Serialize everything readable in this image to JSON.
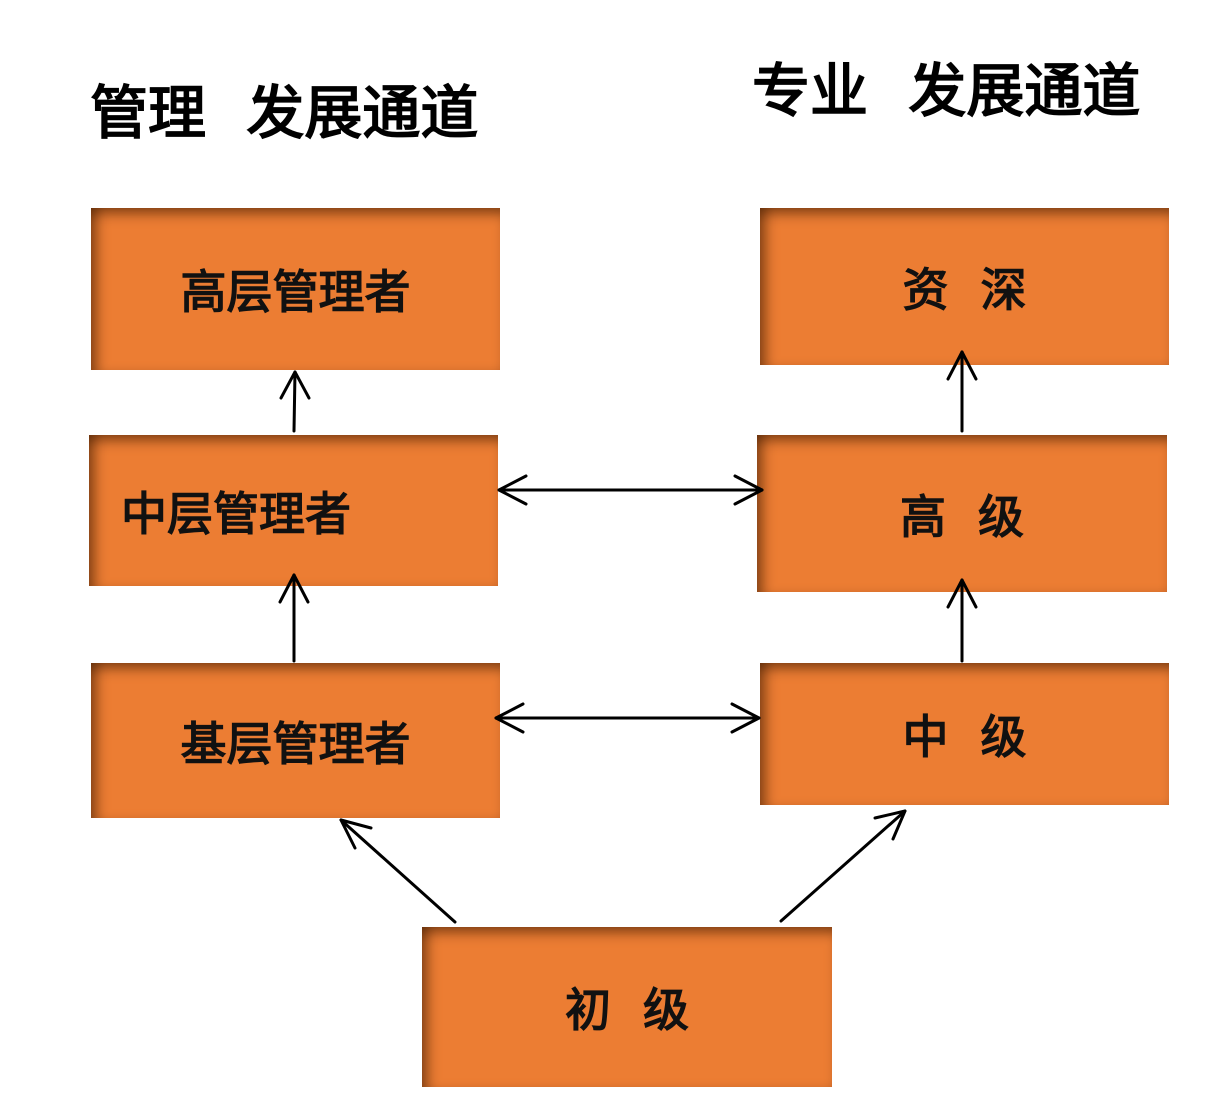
{
  "headings": {
    "management": "管理  发展通道",
    "professional": "专业  发展通道"
  },
  "management_track": {
    "senior": "高层管理者",
    "middle": "中层管理者",
    "base": "基层管理者"
  },
  "professional_track": {
    "expert": "资  深",
    "senior": "高  级",
    "intermediate": "中  级"
  },
  "entry": "初  级",
  "colors": {
    "box_fill": "#ec7d33",
    "arrow": "#000000"
  }
}
